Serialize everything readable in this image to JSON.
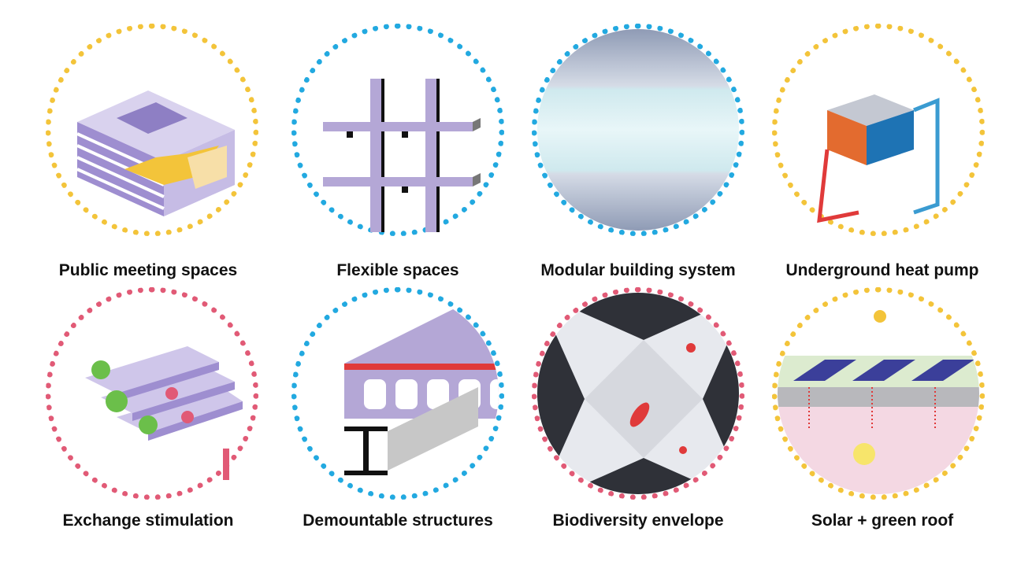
{
  "colors": {
    "yellow": "#f3c43a",
    "blue": "#22a9e0",
    "pink": "#e15a76",
    "lavender": "#b4a7d6",
    "purple": "#7e6bb3"
  },
  "items": [
    {
      "label": "Public meeting spaces",
      "ring_color": "yellow",
      "icon": "building-atrium-icon"
    },
    {
      "label": "Flexible spaces",
      "ring_color": "blue",
      "icon": "grid-frame-icon"
    },
    {
      "label": "Modular building system",
      "ring_color": "blue",
      "icon": "facade-module-icon"
    },
    {
      "label": "Underground heat pump",
      "ring_color": "yellow",
      "icon": "heat-pump-icon"
    },
    {
      "label": "Exchange stimulation",
      "ring_color": "pink",
      "icon": "stairs-people-icon"
    },
    {
      "label": "Demountable structures",
      "ring_color": "blue",
      "icon": "steel-beam-icon"
    },
    {
      "label": "Biodiversity envelope",
      "ring_color": "pink",
      "icon": "bird-facade-icon"
    },
    {
      "label": "Solar + green roof",
      "ring_color": "yellow",
      "icon": "solar-roof-icon"
    }
  ]
}
